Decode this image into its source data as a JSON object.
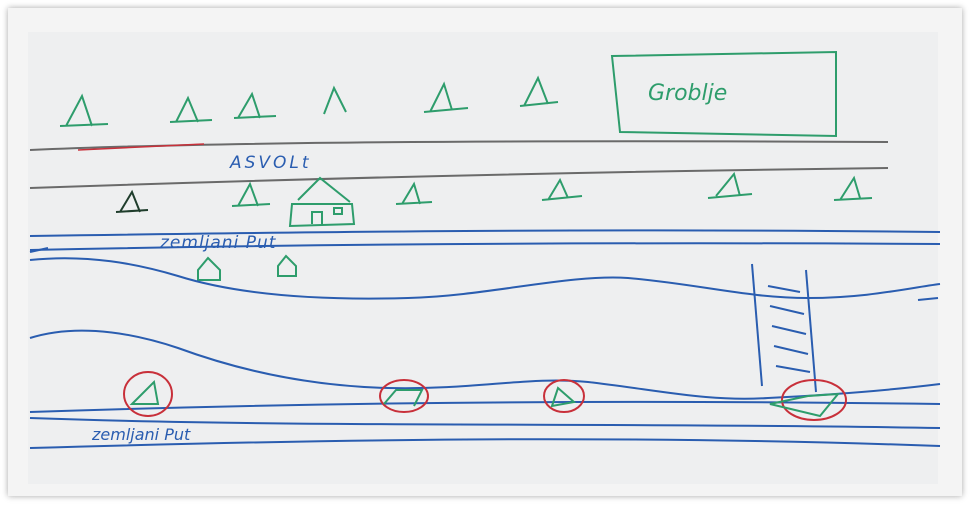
{
  "labels": {
    "box_title": "Groblje",
    "road_upper": "ASVOLt",
    "path_middle": "zemljani Put",
    "path_lower": "zemljani Put"
  },
  "colors": {
    "board": "#eeeff0",
    "green_marker": "#2e9d6c",
    "blue_marker": "#2a5db0",
    "gray_marker": "#6a6a6a",
    "red_marker": "#c8303a",
    "dark_marker": "#1f3d2c"
  },
  "icons": {
    "tree": "tent-triangle-icon",
    "house": "house-icon",
    "circled": "circled-triangle-icon"
  }
}
